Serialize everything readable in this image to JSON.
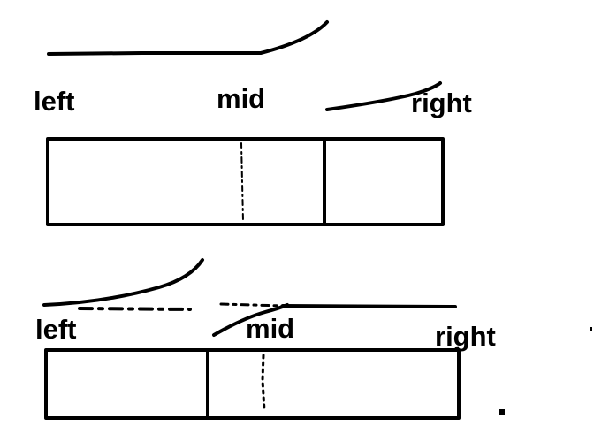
{
  "diagram": {
    "colors": {
      "ink": "#000000",
      "background": "#ffffff"
    },
    "panel_top": {
      "labels": {
        "left": "left",
        "mid": "mid",
        "right": "right"
      }
    },
    "panel_bottom": {
      "labels": {
        "left": "left",
        "mid": "mid",
        "right": "right"
      }
    }
  }
}
